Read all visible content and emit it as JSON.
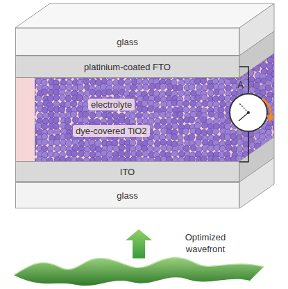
{
  "diagram": {
    "nodes": [
      {
        "text": [
          "glass"
        ]
      },
      {
        "text": [
          "platinium-coated FTO"
        ]
      },
      {
        "text": [
          "electrolyte",
          "dye-covered TiO2"
        ]
      },
      {
        "text": [
          "ITO"
        ]
      },
      {
        "text": [
          "glass"
        ]
      },
      {
        "text": [
          "A"
        ]
      }
    ],
    "edges": [
      {
        "from": 1,
        "to": 5,
        "arrow": "none"
      },
      {
        "from": 5,
        "to": 3,
        "arrow": "none"
      }
    ],
    "labels": [
      "Optimized wavefront"
    ]
  }
}
